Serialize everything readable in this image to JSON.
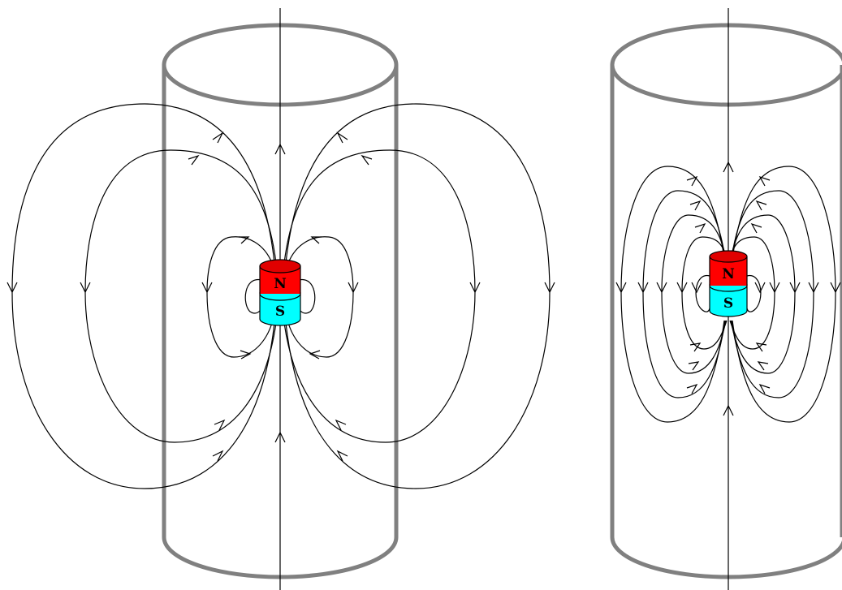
{
  "colors": {
    "background": "#ffffff",
    "cylinder": "#808080",
    "field_line": "#000000",
    "north": "#ff0000",
    "north_top": "#e00000",
    "south": "#00ffff"
  },
  "figures": [
    {
      "id": "left",
      "magnet": {
        "north_label": "N",
        "south_label": "S"
      }
    },
    {
      "id": "right",
      "magnet": {
        "north_label": "N",
        "south_label": "S"
      }
    }
  ]
}
